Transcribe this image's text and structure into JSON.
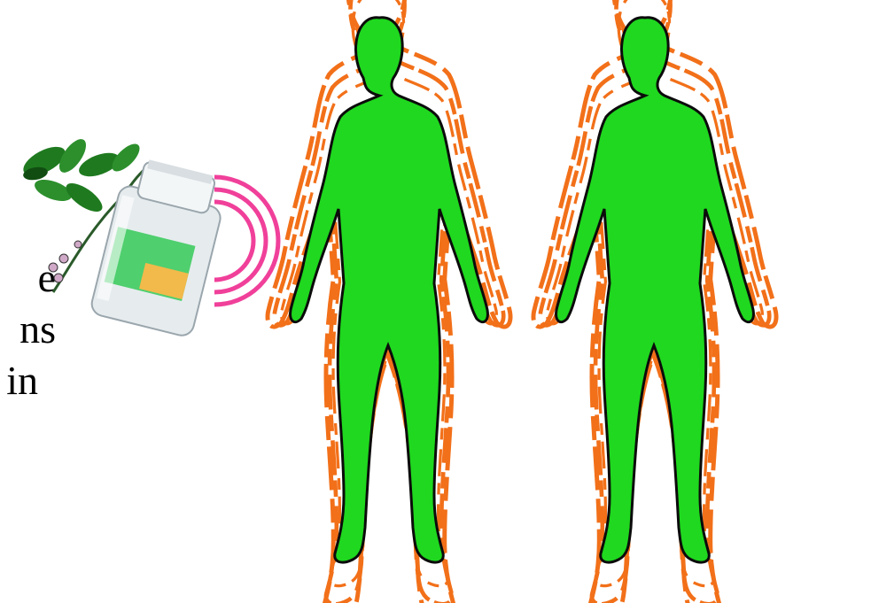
{
  "text_fragments": [
    "e",
    "ns",
    "in"
  ],
  "colors": {
    "body": "#1fd81f",
    "aura": "#f27019",
    "waves": "#f0409a",
    "leaf": "#1f7a1f",
    "bottle": "#e6ecee",
    "label_green": "#4fcf6e",
    "label_orange": "#f2b94b"
  },
  "icons": [
    "herb-leaves-icon",
    "supplement-bottle-icon",
    "signal-waves-icon",
    "human-aura-figure"
  ]
}
